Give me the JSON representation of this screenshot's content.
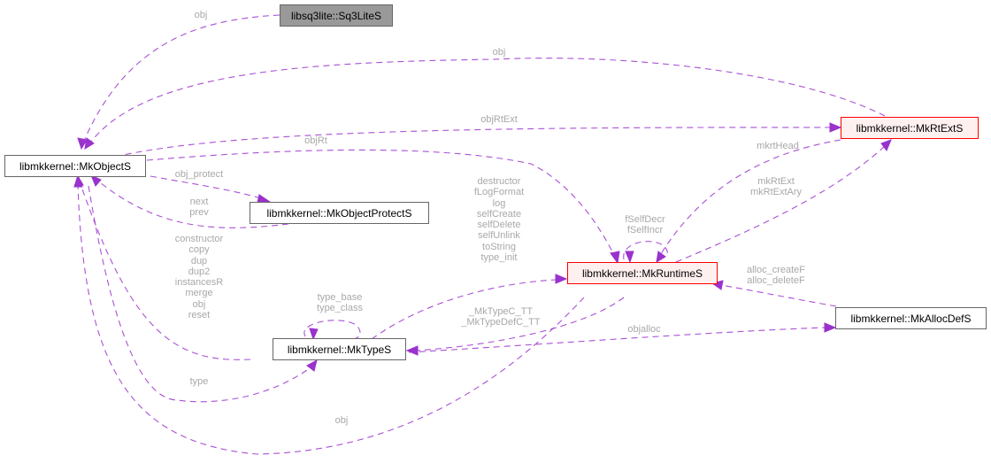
{
  "diagram": {
    "type": "collaboration-graph",
    "edge_color": "#9a32cd",
    "nodes": [
      {
        "id": "sq3lite",
        "label": "libsq3lite::Sq3LiteS",
        "style": "gray"
      },
      {
        "id": "mkobject",
        "label": "libmkkernel::MkObjectS",
        "style": "plain"
      },
      {
        "id": "mkrtext",
        "label": "libmkkernel::MkRtExtS",
        "style": "red"
      },
      {
        "id": "mkobjprotect",
        "label": "libmkkernel::MkObjectProtectS",
        "style": "plain"
      },
      {
        "id": "mkruntime",
        "label": "libmkkernel::MkRuntimeS",
        "style": "red"
      },
      {
        "id": "mkallocdef",
        "label": "libmkkernel::MkAllocDefS",
        "style": "plain"
      },
      {
        "id": "mktype",
        "label": "libmkkernel::MkTypeS",
        "style": "plain"
      }
    ],
    "edges": [
      {
        "from": "sq3lite",
        "to": "mkobject",
        "label": "obj"
      },
      {
        "from": "mkrtext",
        "to": "mkobject",
        "label": "obj"
      },
      {
        "from": "mkobject",
        "to": "mkrtext",
        "label": "objRtExt"
      },
      {
        "from": "mkobject",
        "to": "mkruntime",
        "label": "objRt"
      },
      {
        "from": "mkobject",
        "to": "mkobjprotect",
        "label": "obj_protect"
      },
      {
        "from": "mkobjprotect",
        "to": "mkobject",
        "label": "next\nprev"
      },
      {
        "from": "mktype",
        "to": "mkobject",
        "label": "constructor\ncopy\ndup\ndup2\ninstancesR\nmerge\nobj\nreset"
      },
      {
        "from": "mkobject",
        "to": "mktype",
        "label": "type"
      },
      {
        "from": "mkruntime",
        "to": "mkobject",
        "label": "obj"
      },
      {
        "from": "mktype",
        "to": "mktype",
        "label": "type_base\ntype_class"
      },
      {
        "from": "mktype",
        "to": "mkruntime",
        "label": "destructor\nfLogFormat\nlog\nselfCreate\nselfDelete\nselfUnlink\ntoString\ntype_init"
      },
      {
        "from": "mkruntime",
        "to": "mkruntime",
        "label": "fSelfDecr\nfSelfIncr"
      },
      {
        "from": "mkrtext",
        "to": "mkruntime",
        "label": "mkrtHead"
      },
      {
        "from": "mkruntime",
        "to": "mkrtext",
        "label": "mkRtExt\nmkRtExtAry"
      },
      {
        "from": "mkruntime",
        "to": "mktype",
        "label": "_MkTypeC_TT\n_MkTypeDefC_TT"
      },
      {
        "from": "mkallocdef",
        "to": "mkruntime",
        "label": "alloc_createF\nalloc_deleteF"
      },
      {
        "from": "mktype",
        "to": "mkallocdef",
        "label": "objalloc"
      }
    ]
  }
}
